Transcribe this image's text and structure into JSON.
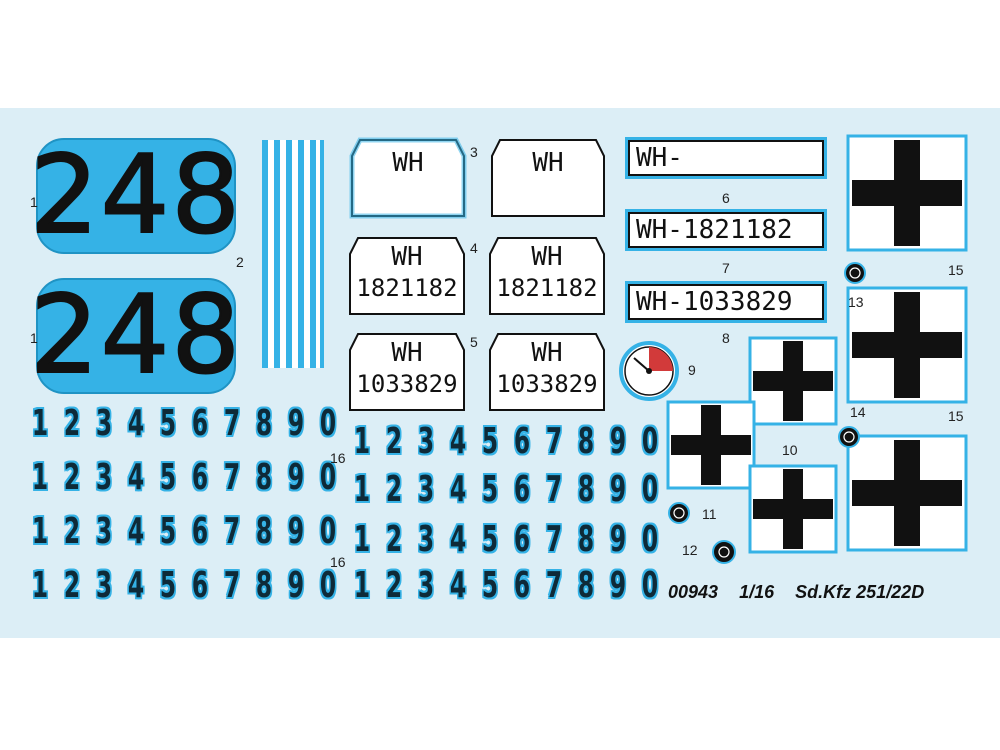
{
  "sheet": {
    "big_number": "248",
    "digits": [
      "1",
      "2",
      "3",
      "4",
      "5",
      "6",
      "7",
      "8",
      "9",
      "0"
    ],
    "plate_wh": "WH",
    "plate_number_a": "1821182",
    "plate_number_b": "1033829",
    "rect_plate_blank": "WH-",
    "rect_plate_a": "WH-1821182",
    "rect_plate_b": "WH-1033829",
    "labels": {
      "n1": "1",
      "n1b": "1",
      "n2": "2",
      "n3": "3",
      "n4": "4",
      "n5": "5",
      "n6": "6",
      "n7": "7",
      "n8": "8",
      "n9": "9",
      "n10": "10",
      "n11": "11",
      "n12": "12",
      "n13": "13",
      "n14": "14",
      "n15": "15",
      "n15b": "15",
      "n16": "16",
      "n16b": "16"
    },
    "caption": {
      "code": "00943",
      "scale": "1/16",
      "model": "Sd.Kfz 251/22D"
    },
    "colors": {
      "sheet_bg": "#dceef6",
      "decal_blue": "#35b2e6",
      "black": "#111111"
    }
  }
}
